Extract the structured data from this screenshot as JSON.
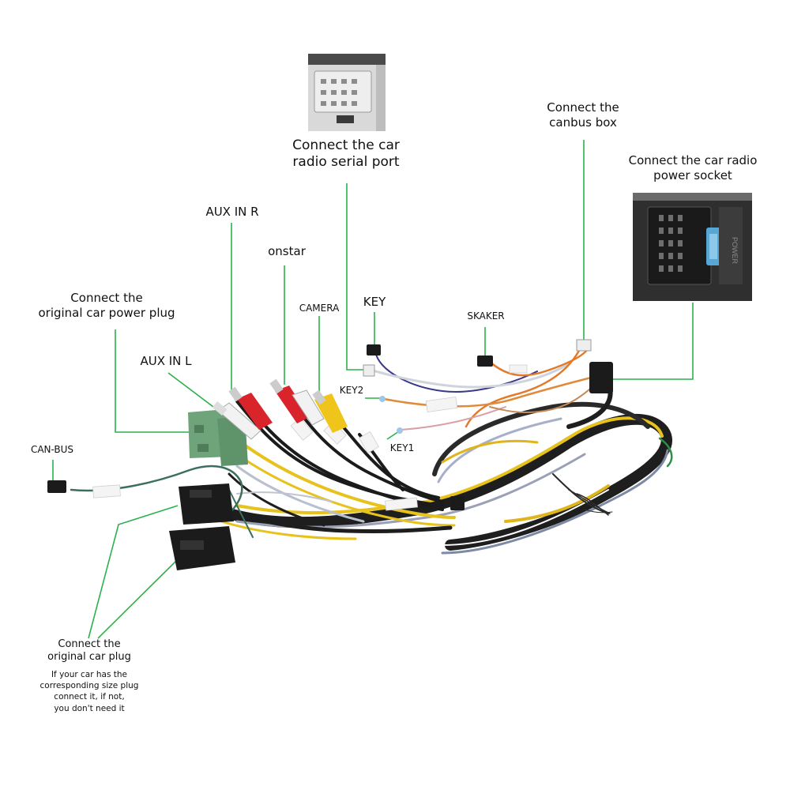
{
  "labels": {
    "serial_port": [
      "Connect the car",
      "radio  serial port"
    ],
    "canbus_box": [
      "Connect the",
      "canbus box"
    ],
    "power_socket": [
      "Connect the car radio",
      "power socket"
    ],
    "aux_in_r": "AUX IN R",
    "onstar": "onstar",
    "camera": "CAMERA",
    "key": "KEY",
    "skaker": "SKAKER",
    "original_power_plug": [
      "Connect the",
      "original car power plug"
    ],
    "aux_in_l": "AUX IN L",
    "key2": "KEY2",
    "key1": "KEY1",
    "can_bus": "CAN-BUS",
    "original_car_plug": [
      "Connect the",
      "original car plug"
    ],
    "original_car_plug_note": [
      "If your car has the",
      "corresponding size plug",
      "connect it, if not,",
      "you don't need it"
    ],
    "power_socket_side_text": "POWER"
  },
  "colors": {
    "leader_line": "#2bb24c",
    "rca_red": "#d9242b",
    "rca_white": "#f2f2f2",
    "rca_yellow": "#f0c51b",
    "plug_green": "#6fa47a",
    "plug_black": "#1b1b1b"
  },
  "icons": [
    "serial-port-connector-photo",
    "power-socket-connector-photo",
    "wire-harness-photo"
  ]
}
